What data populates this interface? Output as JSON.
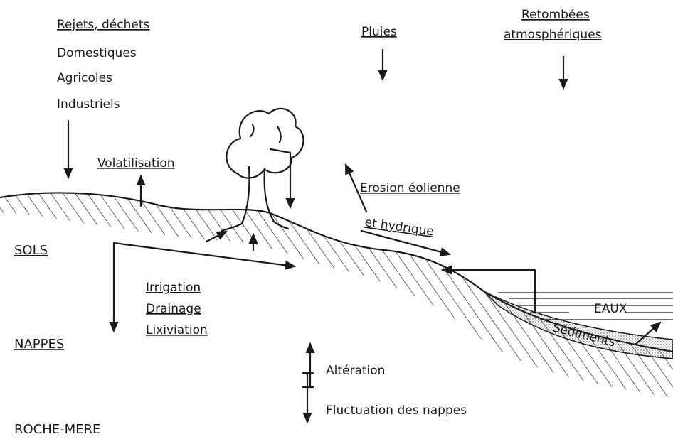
{
  "labels": {
    "rejets": "Rejets, déchets",
    "domestiques": "Domestiques",
    "agricoles": "Agricoles",
    "industriels": "Industriels",
    "pluies": "Pluies",
    "retombees_1": "Retombées",
    "retombees_2": "atmosphériques",
    "volatilisation": "Volatilisation",
    "erosion_1": "Erosion éolienne",
    "erosion_2": "et hydrique",
    "irrigation": "Irrigation",
    "drainage": "Drainage",
    "lixiviation": "Lixiviation",
    "eaux": "EAUX",
    "sediments": "Sédiments",
    "alteration": "Altération",
    "fluctuation": "Fluctuation des nappes"
  },
  "zones": {
    "sols": "SOLS",
    "nappes": "NAPPES",
    "roche_mere": "ROCHE-MERE"
  }
}
